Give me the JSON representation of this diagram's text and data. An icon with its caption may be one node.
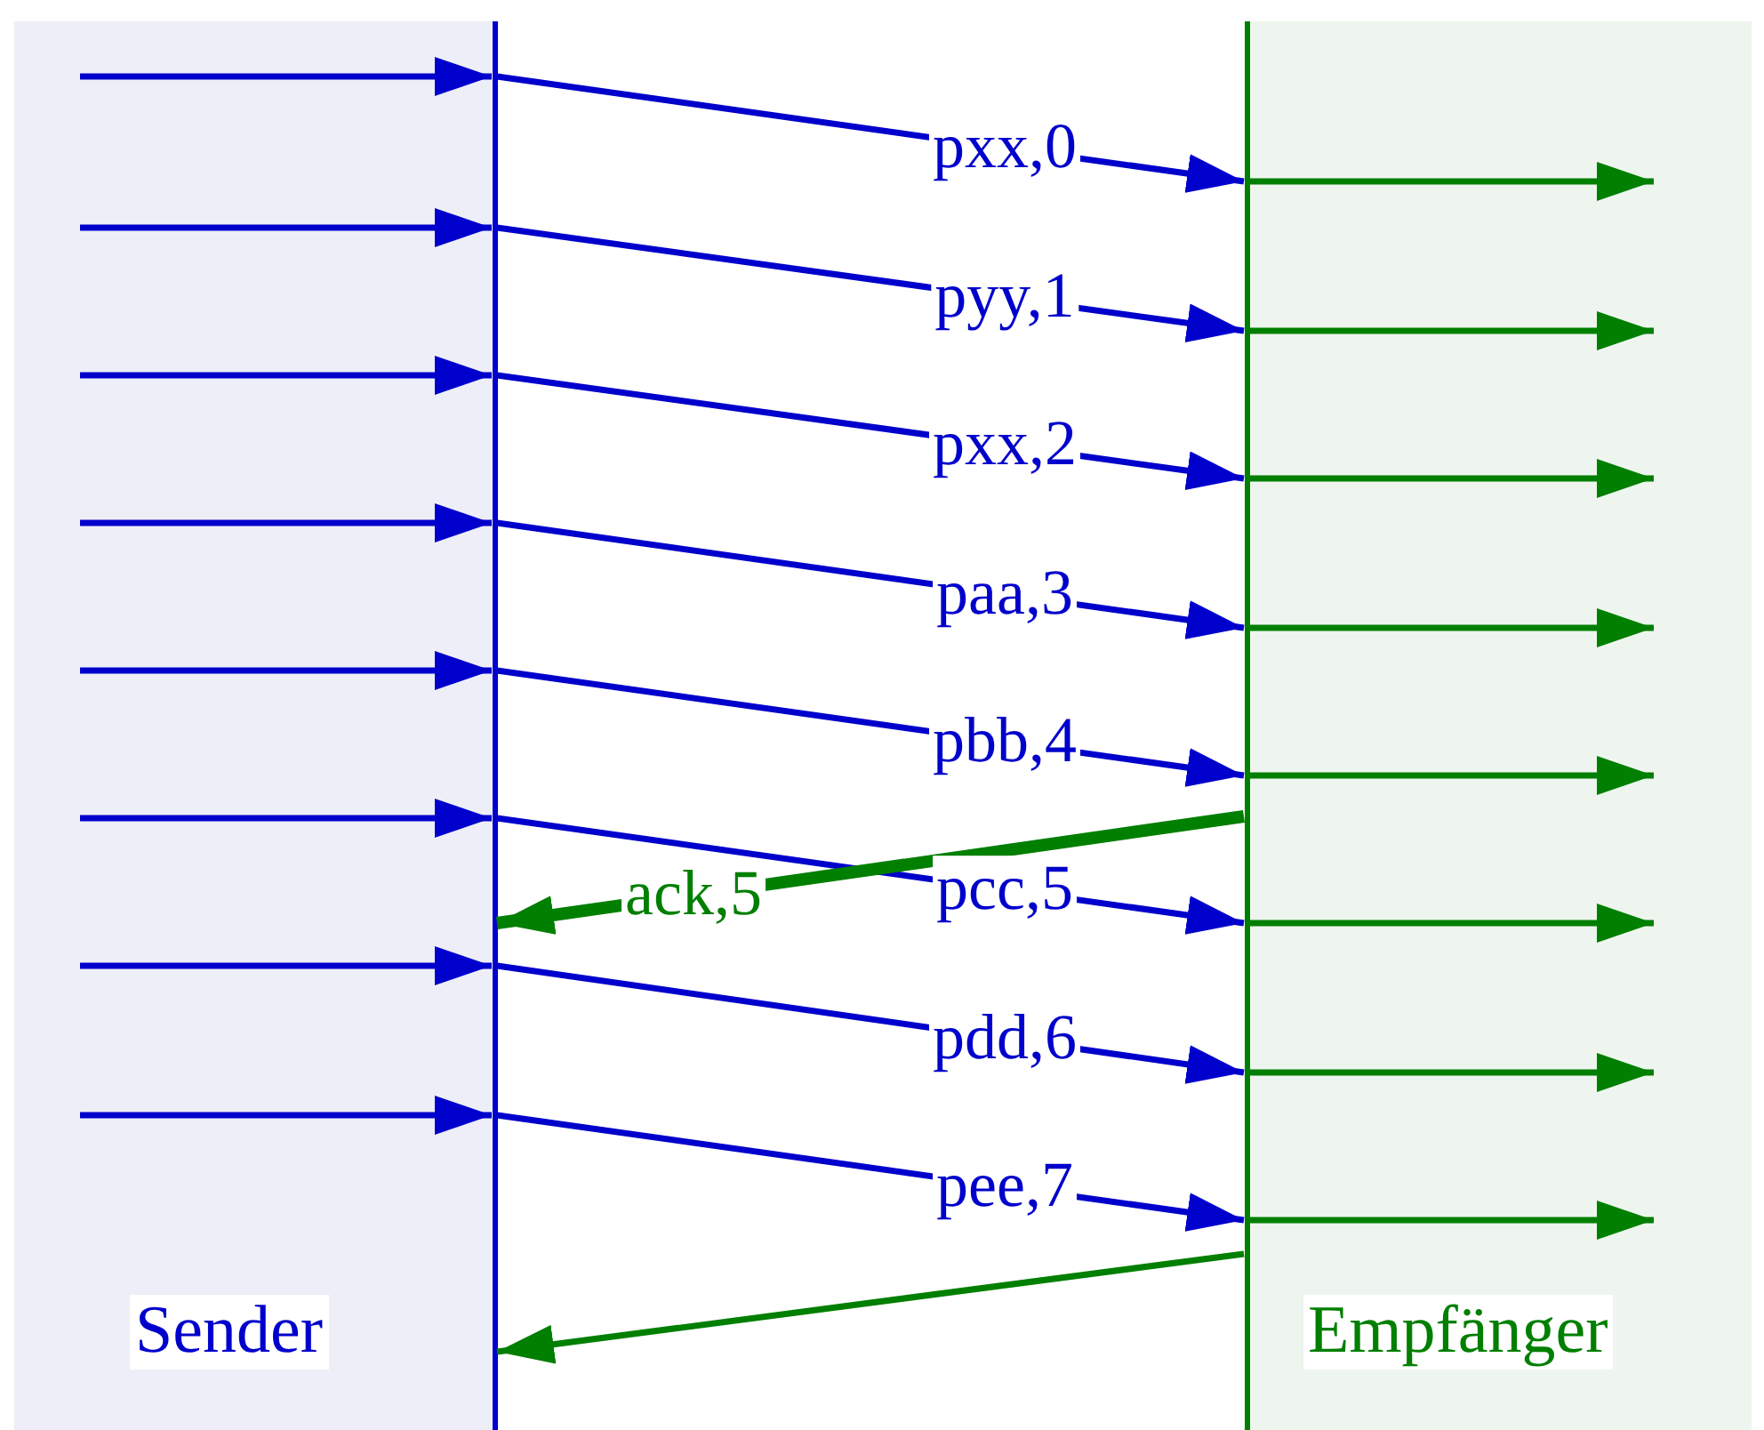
{
  "diagram": {
    "nodes": [
      {
        "text": [
          "Sender"
        ]
      },
      {
        "text": [
          "Empfänger"
        ]
      }
    ],
    "edges": [
      {
        "from": null,
        "to": 0,
        "arrow": "to"
      },
      {
        "from": null,
        "to": 0,
        "arrow": "to"
      },
      {
        "from": null,
        "to": 0,
        "arrow": "to"
      },
      {
        "from": null,
        "to": 0,
        "arrow": "to"
      },
      {
        "from": null,
        "to": 0,
        "arrow": "to"
      },
      {
        "from": null,
        "to": 0,
        "arrow": "to"
      },
      {
        "from": null,
        "to": 0,
        "arrow": "to"
      },
      {
        "from": null,
        "to": 0,
        "arrow": "to"
      },
      {
        "from": 0,
        "to": 1,
        "arrow": "to",
        "label": "pxx,0"
      },
      {
        "from": 0,
        "to": 1,
        "arrow": "to",
        "label": "pyy,1"
      },
      {
        "from": 0,
        "to": 1,
        "arrow": "to",
        "label": "pxx,2"
      },
      {
        "from": 0,
        "to": 1,
        "arrow": "to",
        "label": "paa,3"
      },
      {
        "from": 0,
        "to": 1,
        "arrow": "to",
        "label": "pbb,4"
      },
      {
        "from": 0,
        "to": 1,
        "arrow": "to",
        "label": "pcc,5"
      },
      {
        "from": 0,
        "to": 1,
        "arrow": "to",
        "label": "pdd,6"
      },
      {
        "from": 0,
        "to": 1,
        "arrow": "to",
        "label": "pee,7"
      },
      {
        "from": 1,
        "to": 0,
        "arrow": "to",
        "label": "ack,5",
        "style": "thick",
        "color": "#007f00"
      },
      {
        "from": 1,
        "to": null,
        "arrow": "to",
        "color": "#007f00"
      },
      {
        "from": 1,
        "to": null,
        "arrow": "to",
        "color": "#007f00"
      },
      {
        "from": 1,
        "to": null,
        "arrow": "to",
        "color": "#007f00"
      },
      {
        "from": 1,
        "to": null,
        "arrow": "to",
        "color": "#007f00"
      },
      {
        "from": 1,
        "to": null,
        "arrow": "to",
        "color": "#007f00"
      },
      {
        "from": 1,
        "to": null,
        "arrow": "to",
        "color": "#007f00"
      },
      {
        "from": 1,
        "to": null,
        "arrow": "to",
        "color": "#007f00"
      },
      {
        "from": 1,
        "to": null,
        "arrow": "to",
        "color": "#007f00"
      },
      {
        "from": 1,
        "to": 0,
        "arrow": "to",
        "color": "#007f00"
      }
    ]
  }
}
